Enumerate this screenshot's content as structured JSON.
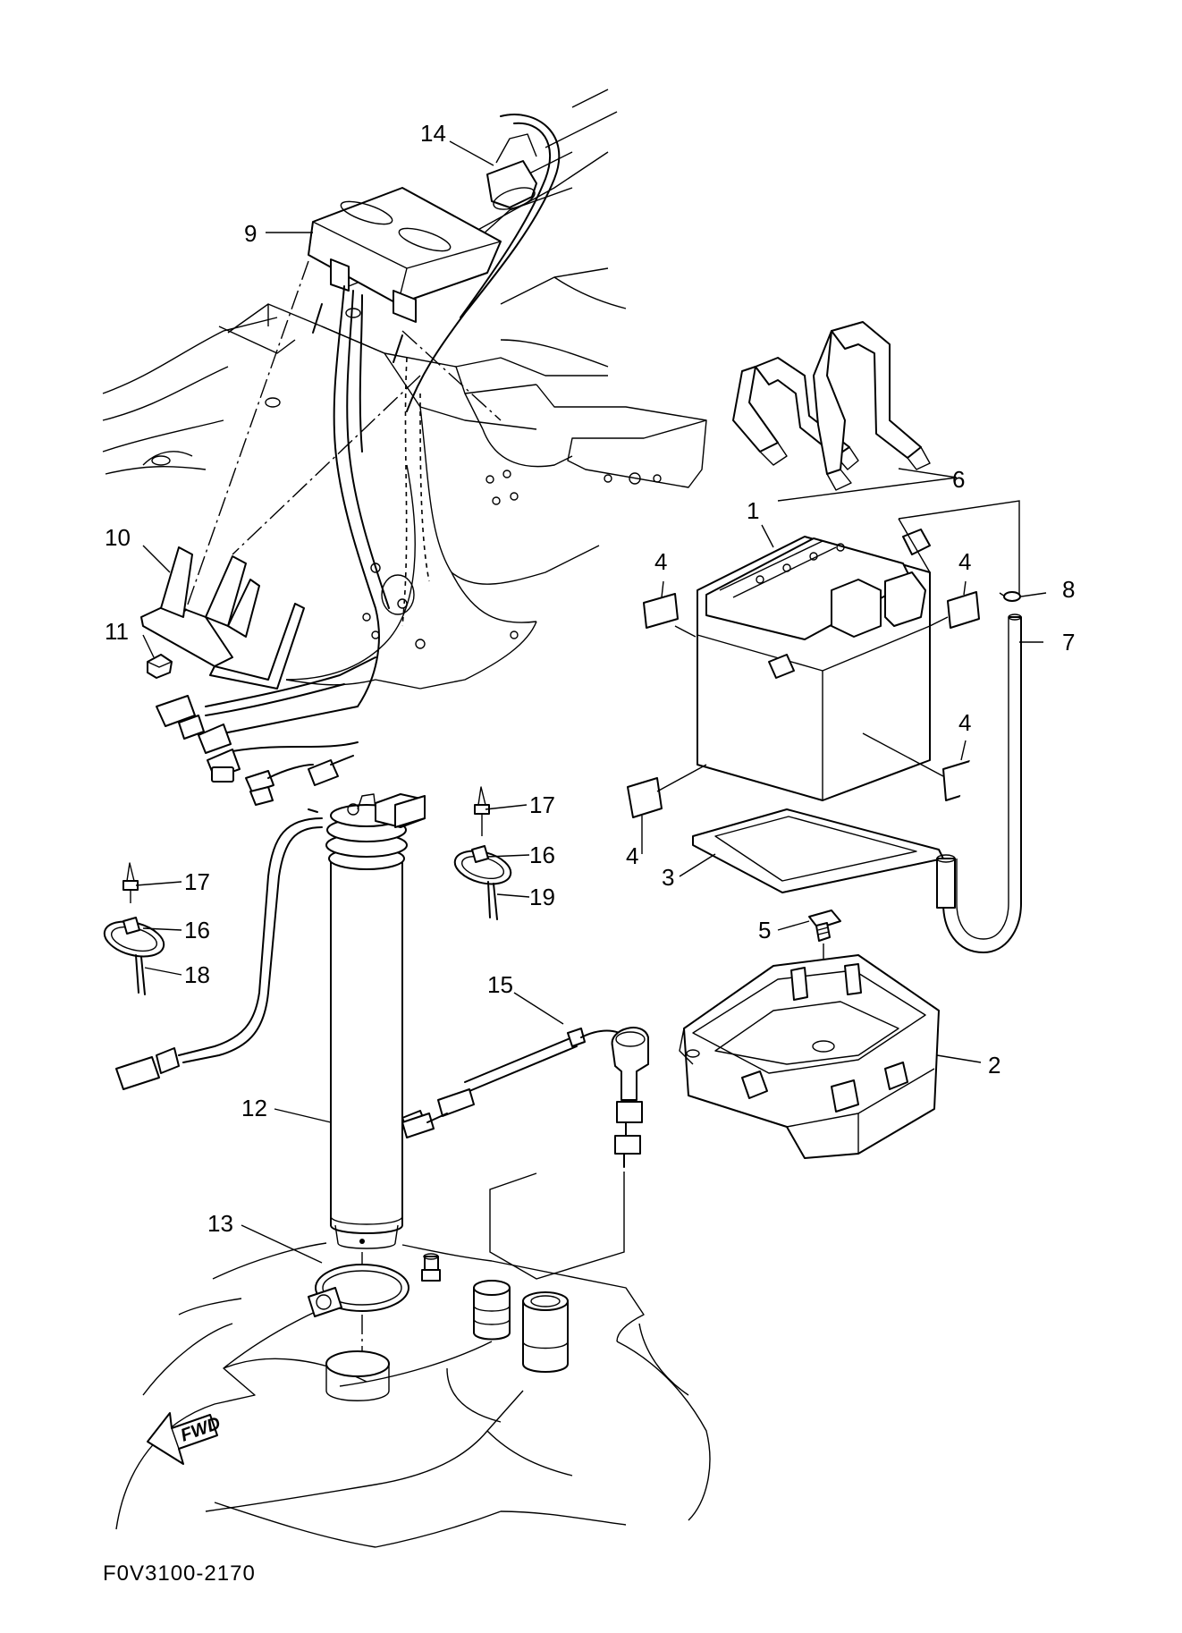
{
  "diagram": {
    "drawing_code": "F0V3100-2170",
    "fwd_label": "FWD",
    "callouts": [
      {
        "id": "c1",
        "label": "1"
      },
      {
        "id": "c2",
        "label": "2"
      },
      {
        "id": "c3",
        "label": "3"
      },
      {
        "id": "c4a",
        "label": "4"
      },
      {
        "id": "c4b",
        "label": "4"
      },
      {
        "id": "c4c",
        "label": "4"
      },
      {
        "id": "c4d",
        "label": "4"
      },
      {
        "id": "c5",
        "label": "5"
      },
      {
        "id": "c6",
        "label": "6"
      },
      {
        "id": "c7",
        "label": "7"
      },
      {
        "id": "c8",
        "label": "8"
      },
      {
        "id": "c9",
        "label": "9"
      },
      {
        "id": "c10",
        "label": "10"
      },
      {
        "id": "c11",
        "label": "11"
      },
      {
        "id": "c12",
        "label": "12"
      },
      {
        "id": "c13",
        "label": "13"
      },
      {
        "id": "c14",
        "label": "14"
      },
      {
        "id": "c15",
        "label": "15"
      },
      {
        "id": "c16a",
        "label": "16"
      },
      {
        "id": "c16b",
        "label": "16"
      },
      {
        "id": "c17a",
        "label": "17"
      },
      {
        "id": "c17b",
        "label": "17"
      },
      {
        "id": "c18",
        "label": "18"
      },
      {
        "id": "c19",
        "label": "19"
      }
    ]
  }
}
